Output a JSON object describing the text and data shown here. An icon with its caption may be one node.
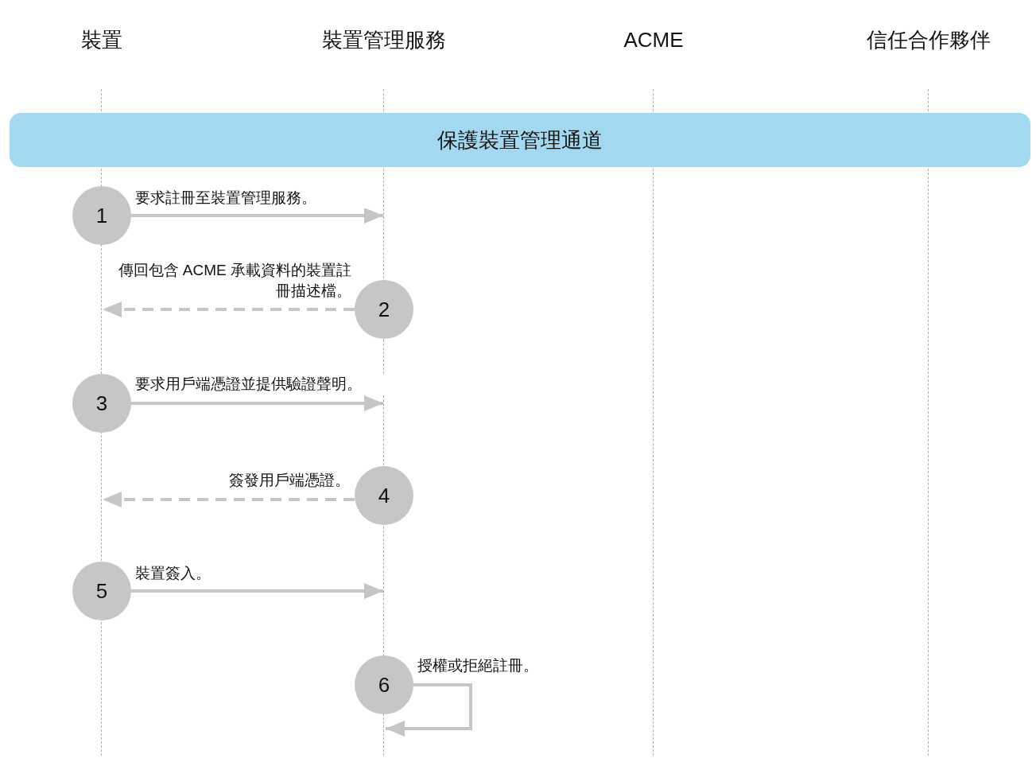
{
  "diagram": {
    "nodes": [
      {
        "text": [
          "裝置"
        ]
      },
      {
        "text": [
          "裝置管理服務"
        ]
      },
      {
        "text": [
          "ACME"
        ]
      },
      {
        "text": [
          "信任合作夥伴"
        ]
      },
      {
        "text": [],
        "shape": "bar"
      },
      {
        "text": [],
        "shape": "bar"
      },
      {
        "text": [],
        "shape": "bar"
      },
      {
        "text": [],
        "shape": "bar"
      },
      {
        "text": [
          "保護裝置管理通道"
        ]
      },
      {
        "text": [
          "1"
        ]
      },
      {
        "text": [
          "2"
        ]
      },
      {
        "text": [
          "3"
        ]
      },
      {
        "text": [
          "4"
        ]
      },
      {
        "text": [
          "5"
        ]
      },
      {
        "text": [
          "6"
        ]
      }
    ],
    "edges": [
      {
        "from": 9,
        "to": 5,
        "arrow": "to",
        "label": "要求註冊至裝置管理服務。"
      },
      {
        "from": 10,
        "to": 4,
        "arrow": "to",
        "style": "dashed",
        "label": "傳回包含 ACME 承載資料的裝置註冊描述檔。"
      },
      {
        "from": 11,
        "to": 5,
        "arrow": "to",
        "label": "要求用戶端憑證並提供驗證聲明。"
      },
      {
        "from": 12,
        "to": 4,
        "arrow": "to",
        "style": "dashed",
        "label": "簽發用戶端憑證。"
      },
      {
        "from": 13,
        "to": 5,
        "arrow": "to",
        "label": "裝置簽入。"
      },
      {
        "from": 14,
        "to": 5,
        "arrow": "to",
        "label": "授權或拒絕註冊。"
      }
    ]
  }
}
